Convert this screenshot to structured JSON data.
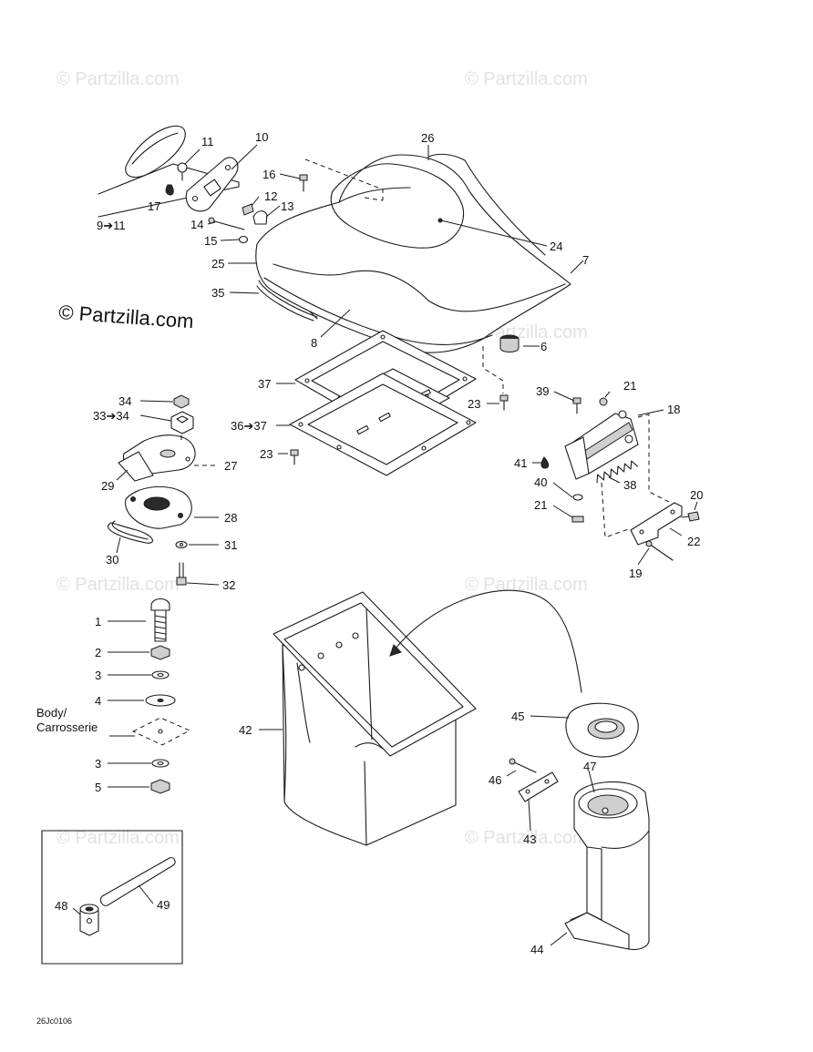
{
  "watermarks": {
    "faint_text": "© Partzilla.com",
    "main_text": "© Partzilla.com"
  },
  "labels": {
    "p1": "1",
    "p2": "2",
    "p3a": "3",
    "p3b": "3",
    "p4": "4",
    "p5": "5",
    "p6": "6",
    "p7": "7",
    "p8": "8",
    "p9_11": "9➔11",
    "p10": "10",
    "p11": "11",
    "p12": "12",
    "p13": "13",
    "p14": "14",
    "p15": "15",
    "p16": "16",
    "p17": "17",
    "p18": "18",
    "p19": "19",
    "p20": "20",
    "p21a": "21",
    "p21b": "21",
    "p22": "22",
    "p23a": "23",
    "p23b": "23",
    "p24": "24",
    "p25": "25",
    "p26": "26",
    "p27": "27",
    "p28": "28",
    "p29": "29",
    "p30": "30",
    "p31": "31",
    "p32": "32",
    "p33_34": "33➔34",
    "p34": "34",
    "p35": "35",
    "p36_37": "36➔37",
    "p37": "37",
    "p38": "38",
    "p39": "39",
    "p40": "40",
    "p41": "41",
    "p42": "42",
    "p43": "43",
    "p44": "44",
    "p45": "45",
    "p46": "46",
    "p47": "47",
    "p48": "48",
    "p49": "49",
    "body_en": "Body/",
    "body_fr": "Carrosserie"
  },
  "footer": {
    "code": "26Jc0106"
  }
}
